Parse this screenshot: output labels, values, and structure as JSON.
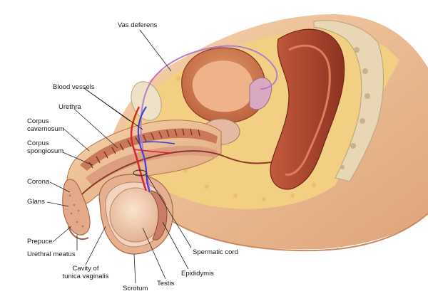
{
  "labels": {
    "vas_deferens": "Vas deferens",
    "blood_vessels": "Blood vessels",
    "urethra": "Urethra",
    "corpus_cavernosum_1": "Corpus",
    "corpus_cavernosum_2": "cavernosum",
    "corpus_spongiosum_1": "Corpus",
    "corpus_spongiosum_2": "spongiosum",
    "corona": "Corona",
    "glans": "Glans",
    "prepuce": "Prepuce",
    "urethral_meatus": "Urethral meatus",
    "cavity_1": "Cavity of",
    "cavity_2": "tunica vaginalis",
    "scrotum": "Scrotum",
    "testis": "Testis",
    "epididymis": "Epididymis",
    "spermatic_cord": "Spermatic cord"
  },
  "colors": {
    "skin": "#efc59a",
    "skin_dark": "#d9a071",
    "fat": "#f2cf82",
    "muscle": "#c86a4a",
    "rectum": "#a8422e",
    "bone": "#e8d6b4",
    "vein": "#3b3bd6",
    "artery": "#d8262a",
    "cord": "#b77dc4"
  }
}
